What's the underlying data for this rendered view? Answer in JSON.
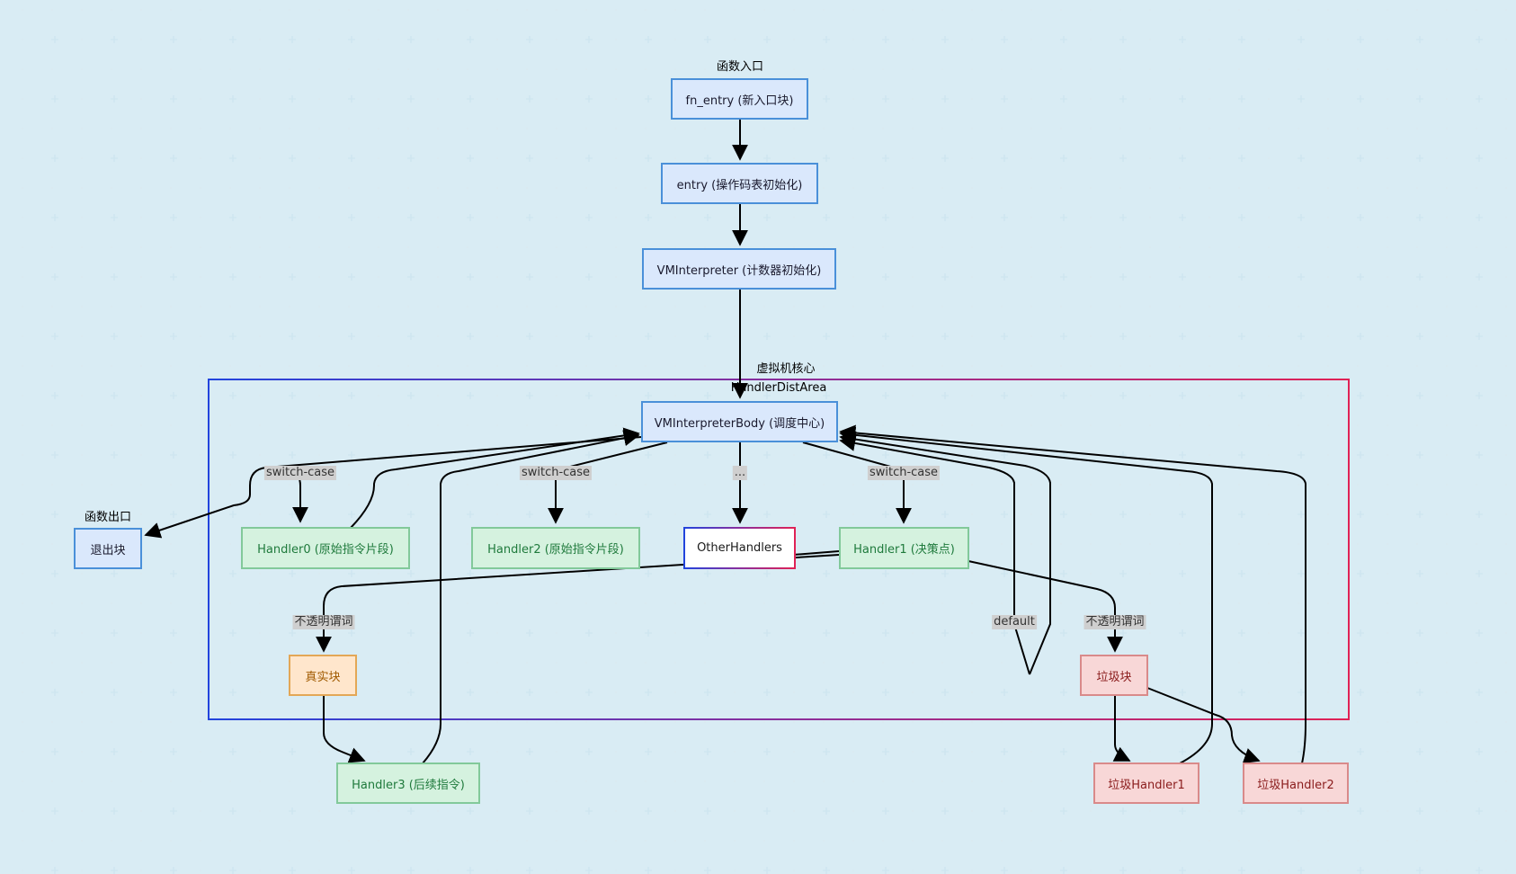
{
  "zone": {
    "title": "虚拟机核心",
    "subtitle": "HandlerDistArea"
  },
  "captions": {
    "fn_entry": "函数入口",
    "exit": "函数出口"
  },
  "nodes": {
    "fn_entry": "fn_entry (新入口块)",
    "entry": "entry (操作码表初始化)",
    "vm_interpreter": "VMInterpreter (计数器初始化)",
    "vm_body": "VMInterpreterBody (调度中心)",
    "exit_block": "退出块",
    "handler0": "Handler0 (原始指令片段)",
    "handler2": "Handler2 (原始指令片段)",
    "other_handlers": "OtherHandlers",
    "handler1": "Handler1 (决策点)",
    "real_block": "真实块",
    "junk_block": "垃圾块",
    "handler3": "Handler3 (后续指令)",
    "junk_handler1": "垃圾Handler1",
    "junk_handler2": "垃圾Handler2"
  },
  "edge_labels": {
    "switch_case_0": "switch-case",
    "switch_case_2": "switch-case",
    "ellipsis": "...",
    "switch_case_1": "switch-case",
    "opaque_left": "不透明谓词",
    "default": "default",
    "opaque_right": "不透明谓词"
  },
  "colors": {
    "blue_fill": "#dae8fc",
    "green_fill": "#d5f2df",
    "orange_fill": "#ffe6cc",
    "red_fill": "#f8d7d7",
    "zone_gradient_start": "#2244dd",
    "zone_gradient_end": "#e02255"
  }
}
